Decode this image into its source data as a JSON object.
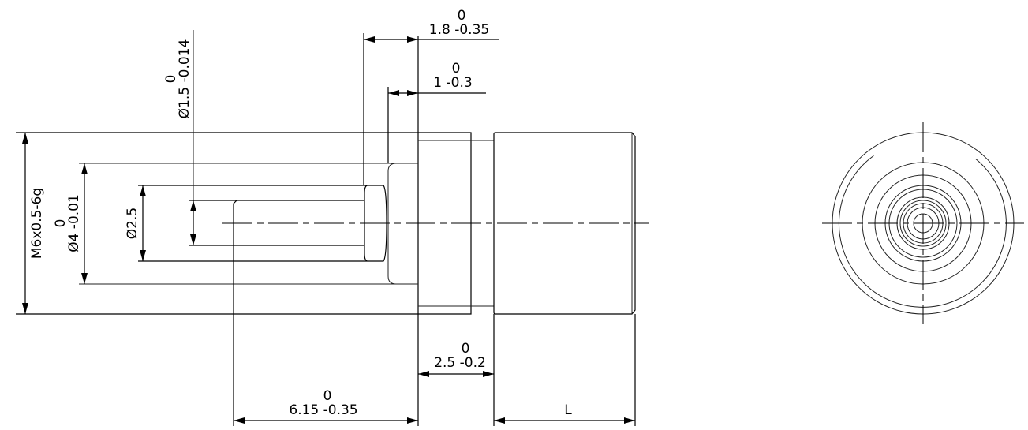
{
  "drawing": {
    "side_view": {
      "dimensions": {
        "thread": {
          "label": "M6x0.5-6g"
        },
        "dia_4": {
          "tol": "0",
          "label": "Ø4 -0.01"
        },
        "dia_2_5": {
          "label": "Ø2.5"
        },
        "dia_1_5": {
          "tol": "0",
          "label": "Ø1.5 -0.014"
        },
        "len_1_8": {
          "tol": "0",
          "label": "1.8 -0.35"
        },
        "len_1": {
          "tol": "0",
          "label": "1 -0.3"
        },
        "len_2_5": {
          "tol": "0",
          "label": "2.5 -0.2"
        },
        "len_6_15": {
          "tol": "0",
          "label": "6.15 -0.35"
        },
        "len_L": {
          "label": "L"
        }
      }
    },
    "end_view": {
      "type": "concentric-circles"
    }
  }
}
